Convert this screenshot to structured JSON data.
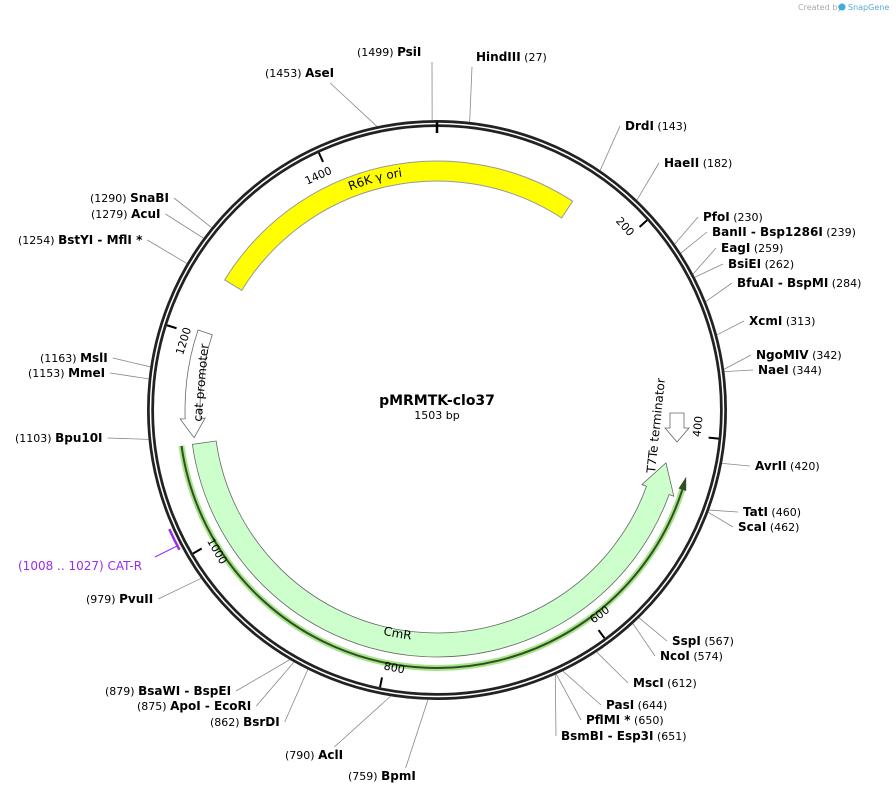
{
  "credit": {
    "created_by": "Created by",
    "brand": "SnapGene"
  },
  "plasmid": {
    "name": "pMRMTK-clo37",
    "length": 1503,
    "length_label": "1503 bp"
  },
  "ticks": [
    "200",
    "400",
    "600",
    "800",
    "1000",
    "1200",
    "1400"
  ],
  "features": [
    {
      "name": "R6K γ ori",
      "start": 1259,
      "end": 138,
      "color": "#ffff00",
      "direction": "none"
    },
    {
      "name": "CmR",
      "start": 430,
      "end": 1094,
      "color": "#ccffcc",
      "direction": "reverse"
    },
    {
      "name": "cat promoter",
      "start": 1100,
      "end": 1203,
      "color": "#ffffff",
      "direction": "reverse"
    },
    {
      "name": "T7Te terminator",
      "start": 378,
      "end": 404,
      "color": "#ffffff",
      "direction": "forward"
    }
  ],
  "primer": {
    "label": "CAT-R",
    "range": "(1008 .. 1027)",
    "color": "#9a2cf0"
  },
  "primer_binding_line": {
    "color": "#7ed957",
    "core": "#334d22"
  },
  "sites": [
    {
      "name": "PsiI",
      "pos": "(1499)"
    },
    {
      "name": "HindIII",
      "pos": "(27)"
    },
    {
      "name": "AseI",
      "pos": "(1453)"
    },
    {
      "name": "DrdI",
      "pos": "(143)"
    },
    {
      "name": "HaeII",
      "pos": "(182)"
    },
    {
      "name": "PfoI",
      "pos": "(230)"
    },
    {
      "name": "BanII  - Bsp1286I",
      "pos": "(239)"
    },
    {
      "name": "EagI",
      "pos": "(259)"
    },
    {
      "name": "BsiEI",
      "pos": "(262)"
    },
    {
      "name": "BfuAI  - BspMI",
      "pos": "(284)"
    },
    {
      "name": "XcmI",
      "pos": "(313)"
    },
    {
      "name": "NgoMIV",
      "pos": "(342)"
    },
    {
      "name": "NaeI",
      "pos": "(344)"
    },
    {
      "name": "AvrII",
      "pos": "(420)"
    },
    {
      "name": "TatI",
      "pos": "(460)"
    },
    {
      "name": "ScaI",
      "pos": "(462)"
    },
    {
      "name": "SspI",
      "pos": "(567)"
    },
    {
      "name": "NcoI",
      "pos": "(574)"
    },
    {
      "name": "MscI",
      "pos": "(612)"
    },
    {
      "name": "PasI",
      "pos": "(644)"
    },
    {
      "name": "PflMI *",
      "pos": "(650)"
    },
    {
      "name": "BsmBI  - Esp3I",
      "pos": "(651)"
    },
    {
      "name": "BpmI",
      "pos": "(759)"
    },
    {
      "name": "AclI",
      "pos": "(790)"
    },
    {
      "name": "BsrDI",
      "pos": "(862)"
    },
    {
      "name": "ApoI  - EcoRI",
      "pos": "(875)"
    },
    {
      "name": "BsaWI  - BspEI",
      "pos": "(879)"
    },
    {
      "name": "PvuII",
      "pos": "(979)"
    },
    {
      "name": "Bpu10I",
      "pos": "(1103)"
    },
    {
      "name": "MmeI",
      "pos": "(1153)"
    },
    {
      "name": "MslI",
      "pos": "(1163)"
    },
    {
      "name": "BstYI  - MflI *",
      "pos": "(1254)"
    },
    {
      "name": "AcuI",
      "pos": "(1279)"
    },
    {
      "name": "SnaBI",
      "pos": "(1290)"
    }
  ]
}
